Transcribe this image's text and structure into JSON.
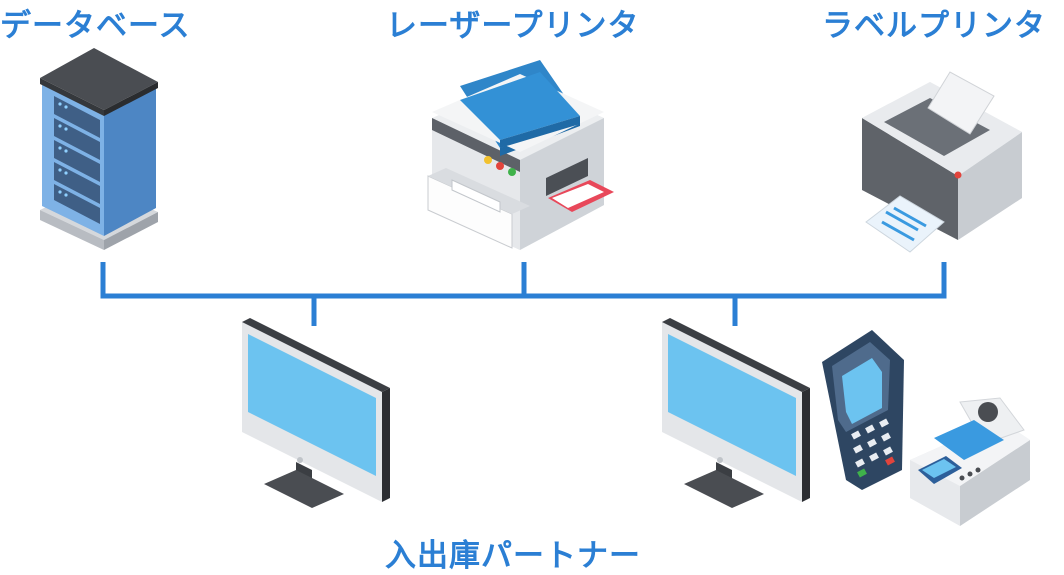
{
  "labels": {
    "database": "データベース",
    "laser_printer": "レーザープリンタ",
    "label_printer": "ラベルプリンタ",
    "partner": "入出庫パートナー"
  },
  "colors": {
    "accent": "#2b7fd4",
    "screen": "#6cc3f0",
    "server": "#5a8ec9"
  }
}
